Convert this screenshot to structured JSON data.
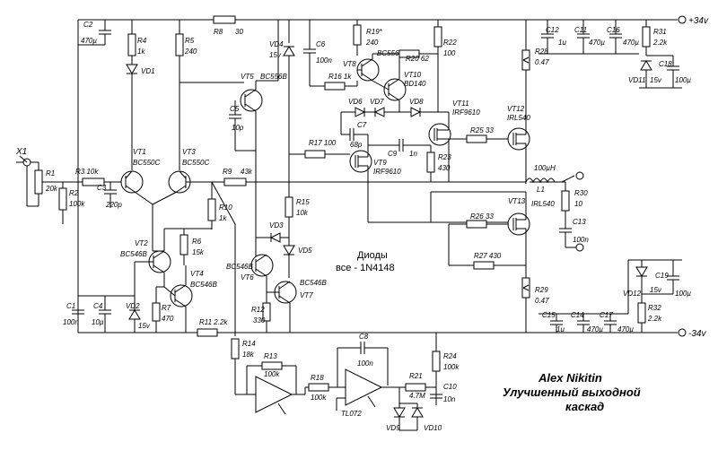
{
  "title": {
    "author": "Alex Nikitin",
    "line1": "Улучшенный выходной",
    "line2": "каскад"
  },
  "note": {
    "line1": "Диоды",
    "line2": "все - 1N4148"
  },
  "rails": {
    "pos": "+34v",
    "neg": "-34v"
  },
  "input": {
    "connector": "X1"
  },
  "labels": {
    "R1": "R1",
    "R1v": "20k",
    "R2": "R2",
    "R2v": "100k",
    "R3": "R3 10k",
    "C3": "C3",
    "C3v": "220p",
    "C2": "C2",
    "C2v": "470µ",
    "R4": "R4",
    "R4v": "1k",
    "VD1": "VD1",
    "R5": "R5",
    "R5v": "240",
    "R8": "R8",
    "R8v": "30",
    "VT1": "VT1",
    "VT1t": "BC550C",
    "VT3": "VT3",
    "VT3t": "BC550C",
    "VT5": "VT5",
    "VT5t": "BC556B",
    "C5": "C5",
    "C5v": "10p",
    "VD4": "VD4",
    "VD4v": "15v",
    "C6": "C6",
    "C6v": "100n",
    "R19": "R19*",
    "R19v": "240",
    "VT8": "VT8",
    "VT8t": "BC556B",
    "R20": "R20 62",
    "R22": "R22",
    "R22v": "100",
    "VT10": "VT10",
    "VT10t": "BD140",
    "R16": "R16 1k",
    "VD6": "VD6",
    "VD7": "VD7",
    "VD8": "VD8",
    "C7": "C7",
    "C7v": "68p",
    "VT11": "VT11",
    "VT11t": "IRF9610",
    "R17": "R17 100",
    "VT9": "VT9",
    "VT9t": "IRF9610",
    "C9": "C9",
    "C9v": "1n",
    "R23": "R23",
    "R23v": "430",
    "R25": "R25 33",
    "VT12": "VT12",
    "VT12t": "IRL540",
    "R28": "R28",
    "R28v": "0.47",
    "C12": "C12",
    "C12v": "1u",
    "C11": "C11",
    "C11v": "470µ",
    "C16": "C16",
    "C16v": "470µ",
    "R31": "R31",
    "R31v": "2.2k",
    "C18": "C18",
    "C18v": "100µ",
    "VD11": "VD11",
    "VD11v": "15v",
    "L1": "L1",
    "L1v": "100µH",
    "R30": "R30",
    "R30v": "10",
    "C13": "C13",
    "C13v": "100n",
    "R26": "R26 33",
    "VT13": "VT13",
    "VT13t": "IRL540",
    "R27": "R27 430",
    "R29": "R29",
    "R29v": "0.47",
    "C15": "C15",
    "C15v": "1u",
    "C14": "C14",
    "C14v": "470µ",
    "C17": "C17",
    "C17v": "470µ",
    "VD12": "VD12",
    "VD12v": "15v",
    "C19": "C19",
    "C19v": "100µ",
    "R32": "R32",
    "R32v": "2.2k",
    "R9": "R9",
    "R9v": "43k",
    "R10": "R10",
    "R10v": "1k",
    "R15": "R15",
    "R15v": "10k",
    "VD3": "VD3",
    "VD5": "VD5",
    "VT2": "VT2",
    "VT2t": "BC546B",
    "R6": "R6",
    "R6v": "15k",
    "VT4": "VT4",
    "VT4t": "BC546B",
    "VT6t": "BC546B",
    "VT6": "VT6",
    "VT7t": "BC546B",
    "VT7": "VT7",
    "R12": "R12",
    "R12v": "330",
    "C1": "C1",
    "C1v": "100n",
    "C4": "C4",
    "C4v": "10µ",
    "VD2": "VD2",
    "VD2v": "15v",
    "R7": "R7",
    "R7v": "470",
    "R11": "R11 2.2k",
    "R14": "R14",
    "R14v": "18k",
    "R13": "R13",
    "R13v": "100k",
    "R18": "R18",
    "R18v": "100k",
    "C8": "C8",
    "C8v": "100n",
    "TL072": "TL072",
    "R21": "R21",
    "R21v": "4.7M",
    "R24": "R24",
    "R24v": "100k",
    "C10": "C10",
    "C10v": "10n",
    "VD9": "VD9",
    "VD10": "VD10"
  }
}
